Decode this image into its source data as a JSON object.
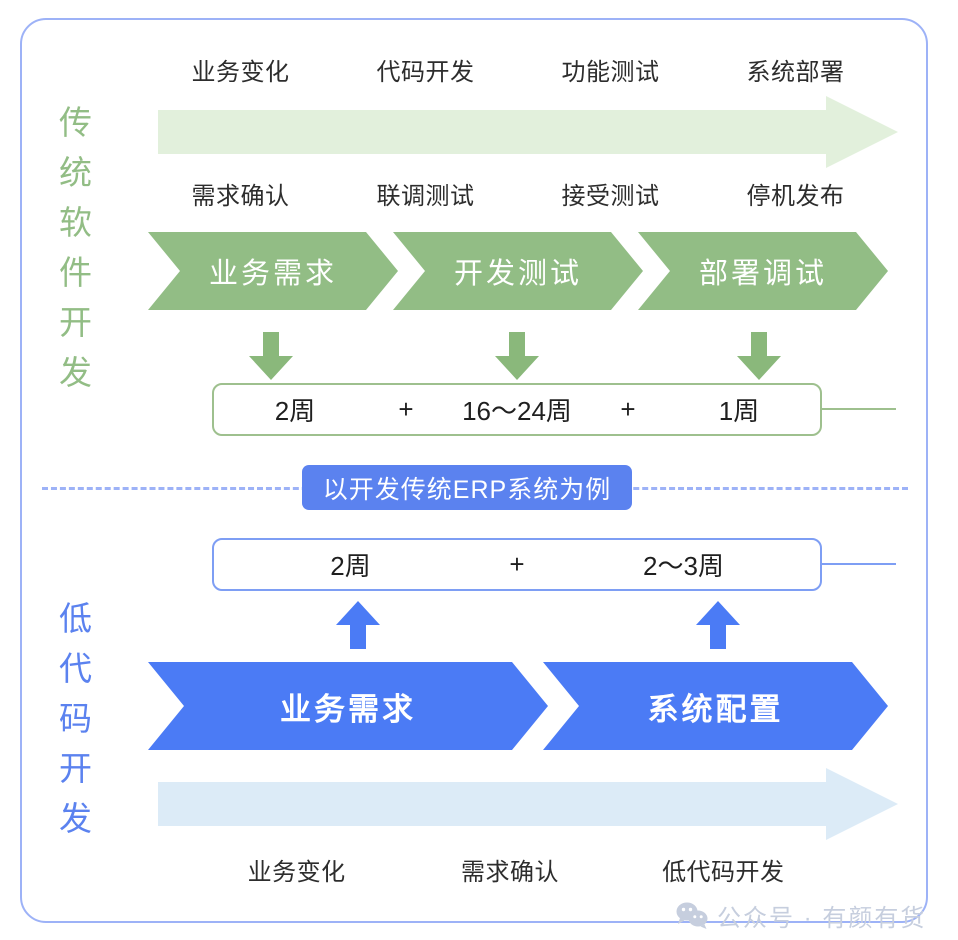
{
  "colors": {
    "frame_border": "#9db2f7",
    "green_solid": "#92bd85",
    "green_pale": "#e2f0dc",
    "green_border": "#9ec08e",
    "blue_solid": "#4b7bf5",
    "blue_pale": "#dcebf7",
    "blue_border": "#7e9ef4",
    "badge_blue": "#5b82ef",
    "text_dark": "#2d2d2d",
    "watermark_gray": "#c6cede"
  },
  "traditional": {
    "side_label": "传统软件开发",
    "side_label_chars": [
      "传",
      "统",
      "软",
      "件",
      "开",
      "发"
    ],
    "top_labels": [
      "业务变化",
      "代码开发",
      "功能测试",
      "系统部署"
    ],
    "bottom_labels": [
      "需求确认",
      "联调测试",
      "接受测试",
      "停机发布"
    ],
    "stages": [
      "业务需求",
      "开发测试",
      "部署调试"
    ],
    "duration": {
      "segments": [
        "2周",
        "16～24周",
        "1周"
      ],
      "operator": "+"
    }
  },
  "lowcode": {
    "side_label": "低代码开发",
    "side_label_chars": [
      "低",
      "代",
      "码",
      "开",
      "发"
    ],
    "stages": [
      "业务需求",
      "系统配置"
    ],
    "bottom_labels": [
      "业务变化",
      "需求确认",
      "低代码开发"
    ],
    "duration": {
      "segments": [
        "2周",
        "2～3周"
      ],
      "operator": "+"
    }
  },
  "center_badge": {
    "label": "以开发传统ERP系统为例"
  },
  "watermark": {
    "icon": "wechat-icon",
    "text": "公众号 · 有颜有货"
  }
}
